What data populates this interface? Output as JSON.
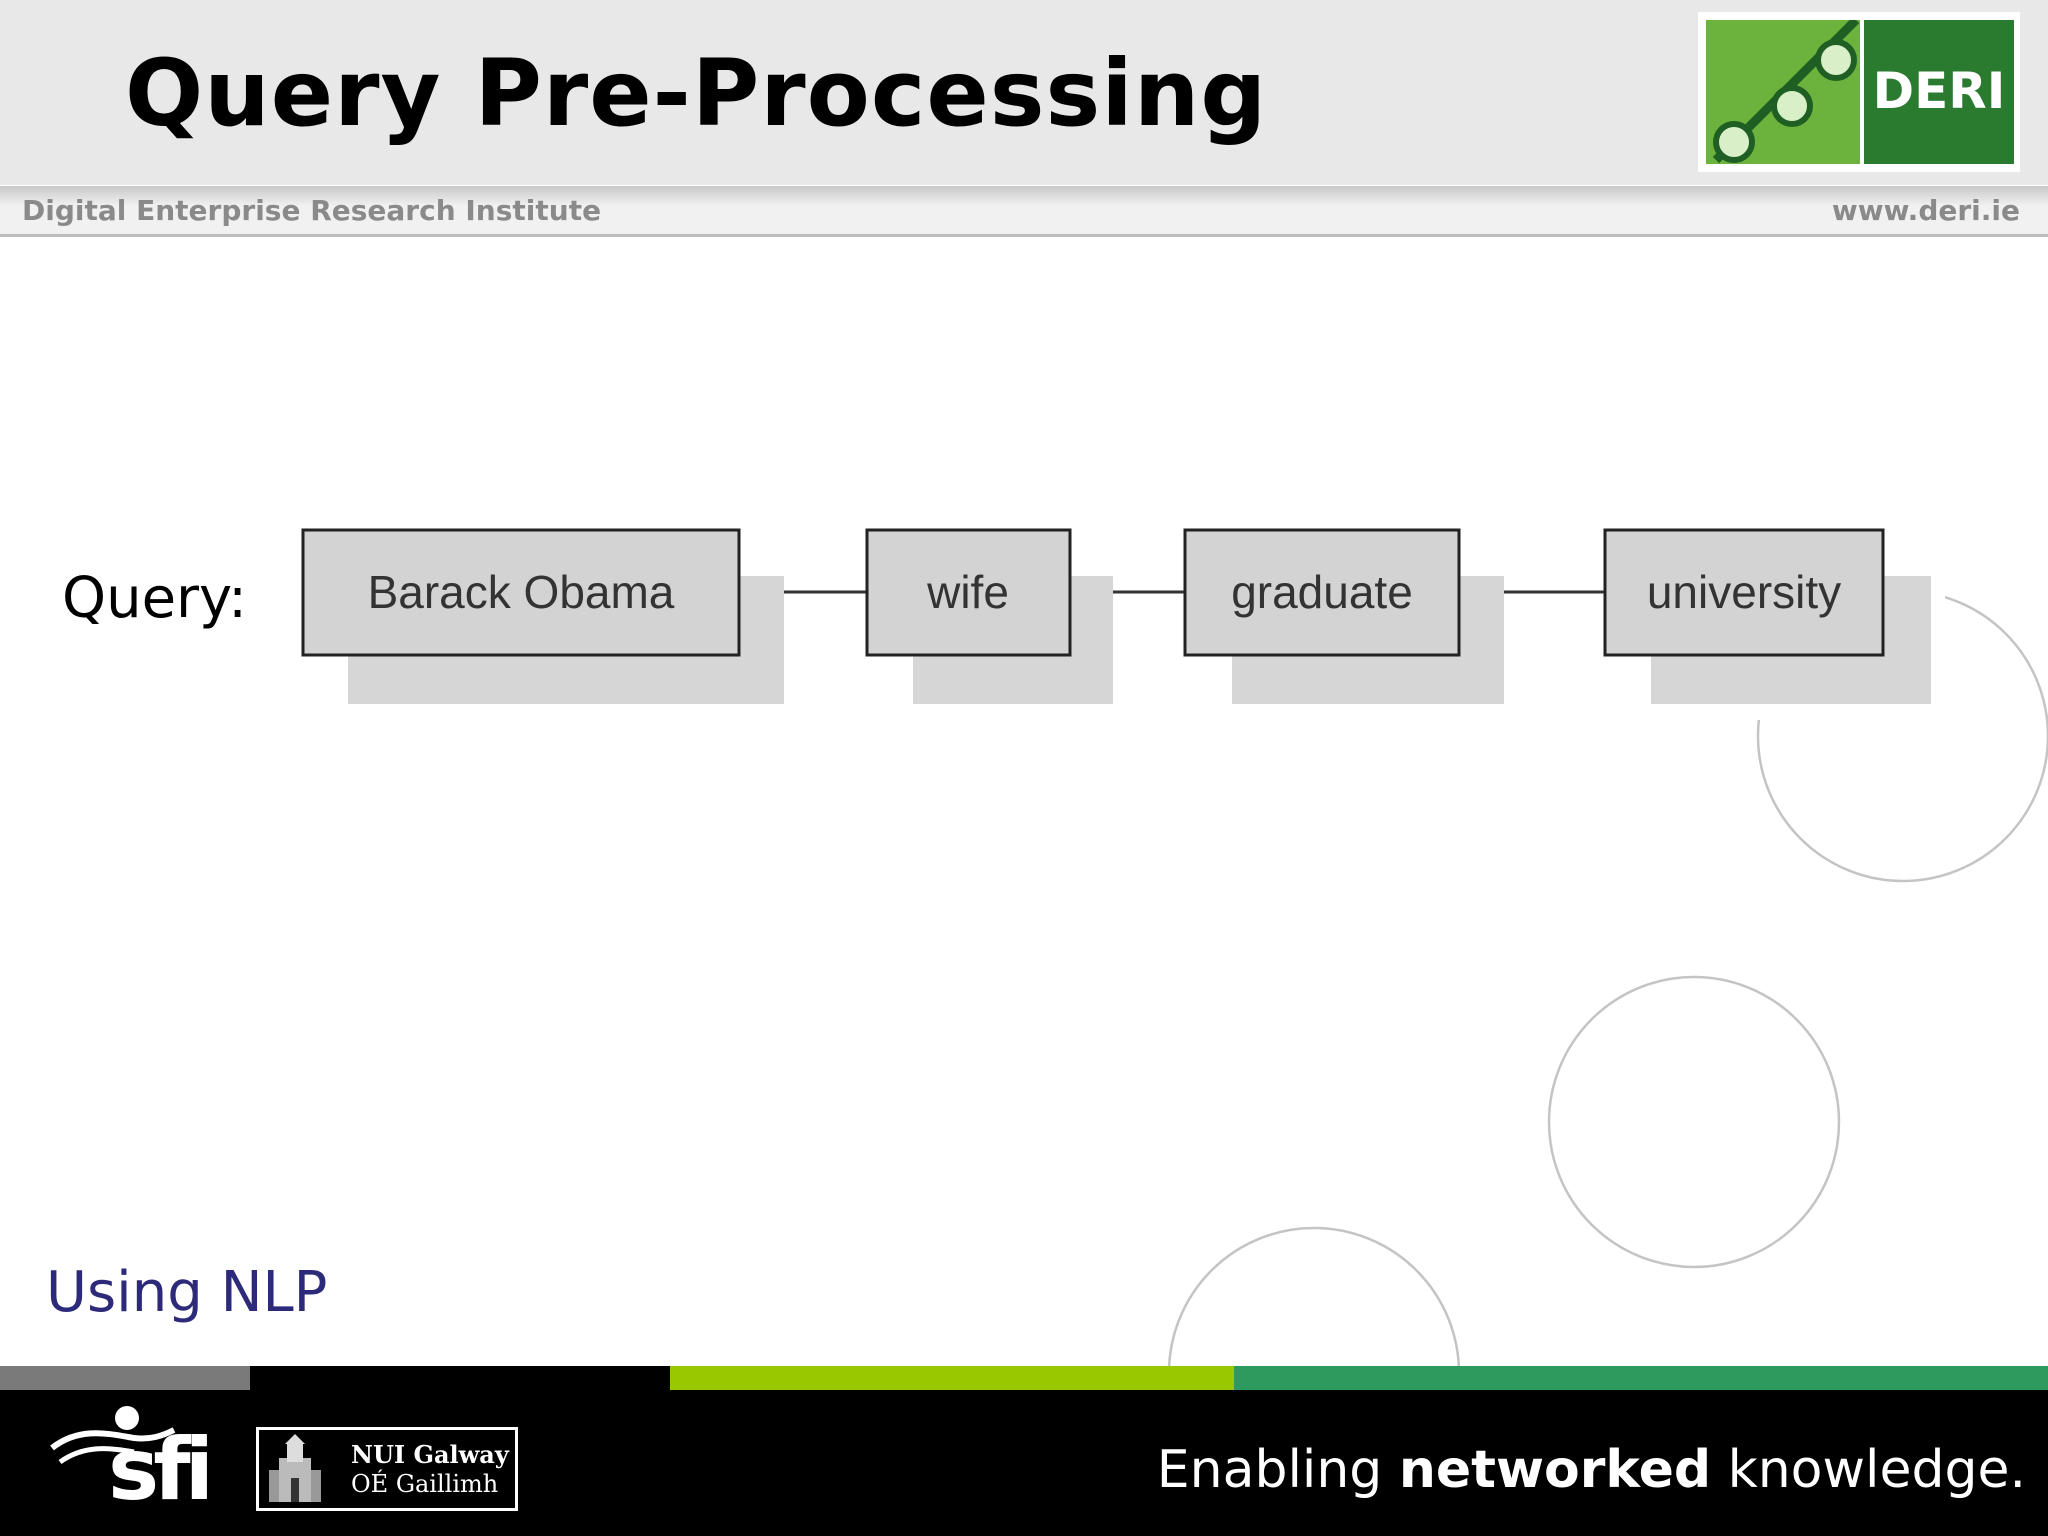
{
  "slide": {
    "title": "Query Pre-Processing",
    "institute": "Digital Enterprise Research Institute",
    "website": "www.deri.ie"
  },
  "logo": {
    "text": "DERI",
    "colors": {
      "left": "#6cb33e",
      "right": "#2a7a2f"
    }
  },
  "query": {
    "label": "Query:",
    "terms": [
      "Barack Obama",
      "wife",
      "graduate",
      "university"
    ]
  },
  "caption": "Using NLP",
  "footer": {
    "tagline_prefix": "Enabling ",
    "tagline_bold": "networked",
    "tagline_suffix": " knowledge.",
    "sfi_text": "sfi",
    "nui_line1": "NUI Galway",
    "nui_line2": "OÉ Gaillimh",
    "strip_colors": [
      "#7a7a7a",
      "#000000",
      "#99c800",
      "#2e9a5e"
    ]
  },
  "colors": {
    "caption": "#2e2a7a",
    "header_bg": "#e8e8e8",
    "secondary_text": "#8a8a8a"
  }
}
